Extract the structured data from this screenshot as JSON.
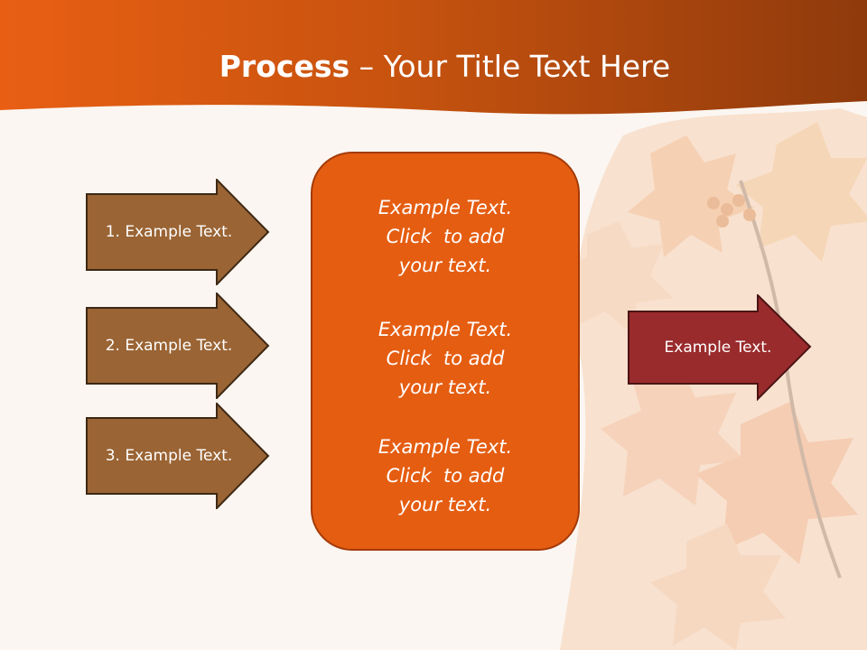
{
  "title": {
    "bold": "Process",
    "rest": " – Your Title Text Here"
  },
  "inputs": [
    {
      "label": "1. Example Text."
    },
    {
      "label": "2. Example Text."
    },
    {
      "label": "3. Example Text."
    }
  ],
  "center_box": {
    "blocks": [
      {
        "lines": [
          "Example Text.",
          "Click  to add",
          "your text."
        ]
      },
      {
        "lines": [
          "Example Text.",
          "Click  to add",
          "your text."
        ]
      },
      {
        "lines": [
          "Example Text.",
          "Click  to add",
          "your text."
        ]
      }
    ]
  },
  "output": {
    "label": "Example Text."
  },
  "colors": {
    "header": "#d9540f",
    "input_arrow": "#9a6434",
    "center_box": "#e55d11",
    "output_arrow": "#9a2b2c"
  },
  "decor": {
    "background_image": "autumn-maple-leaves"
  }
}
